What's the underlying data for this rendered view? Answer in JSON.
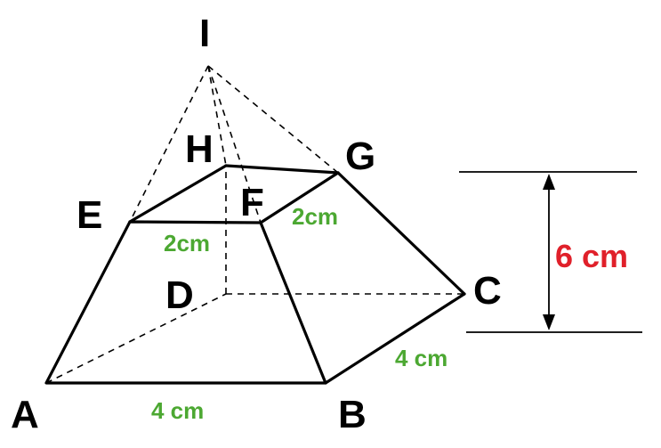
{
  "vertices": {
    "A": "A",
    "B": "B",
    "C": "C",
    "D": "D",
    "E": "E",
    "F": "F",
    "G": "G",
    "H": "H",
    "I": "I"
  },
  "dimensions": {
    "top_front": "2cm",
    "top_side": "2cm",
    "base_front": "4 cm",
    "base_side": "4 cm",
    "height": "6 cm"
  },
  "colors": {
    "dimension_green": "#4ca832",
    "height_red": "#e0202a",
    "line": "#000000"
  }
}
